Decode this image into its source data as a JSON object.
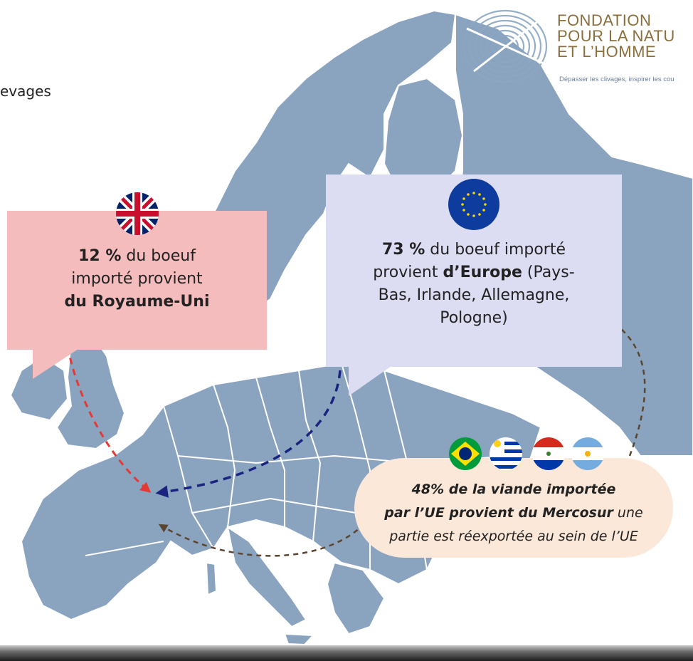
{
  "intro_text": "evages",
  "logo": {
    "line1": "FONDATION",
    "line2": "POUR LA NATU",
    "line3": "ET L’HOMME",
    "tagline": "Dépasser les clivages, inspirer les cou"
  },
  "uk_box": {
    "pct": "12 %",
    "text_a": " du boeuf",
    "text_b": "importé provient",
    "text_c": "du Royaume-Uni"
  },
  "eu_box": {
    "pct": "73 %",
    "text_a": " du boeuf importé",
    "text_b1": "provient ",
    "text_b2": "d’Europe",
    "text_b3": " (Pays-",
    "text_c": "Bas, Irlande, Allemagne,",
    "text_d": "Pologne)"
  },
  "mercosur_box": {
    "line1": "48% de la viande importée",
    "line2_bold": "par l’UE provient du Mercosur",
    "line2_rest": " une",
    "line3": "partie est réexportée au sein de l’UE"
  },
  "colors": {
    "land": "#8aa4c0",
    "uk_box": "#f5bcbd",
    "eu_box": "#dcdcf2",
    "mercosur_box": "#fbe8d9",
    "uk_arrow": "#e53935",
    "eu_arrow": "#1a237e",
    "mercosur_arrow": "#5a4630",
    "eu_flag": "#0d3b9e",
    "logo_text": "#8a6f3d"
  },
  "icons": [
    "uk-flag-icon",
    "eu-flag-icon",
    "brazil-flag-icon",
    "uruguay-flag-icon",
    "paraguay-flag-icon",
    "argentina-flag-icon",
    "fingerprint-logo-icon"
  ]
}
